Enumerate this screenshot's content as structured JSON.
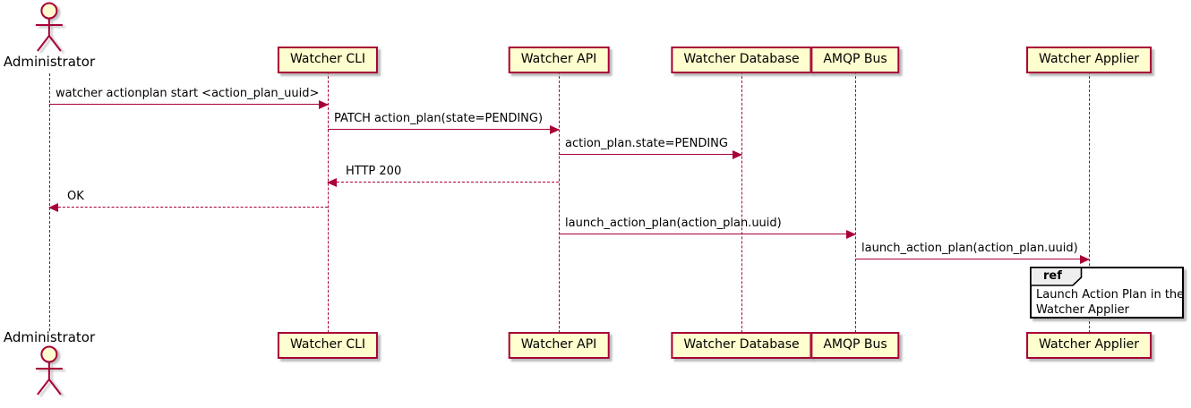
{
  "diagram": {
    "type": "sequence",
    "colors": {
      "participant_fill": "#FEFECE",
      "participant_border": "#A80036",
      "lifeline": "#A80036",
      "arrow": "#A80036",
      "text": "#000000",
      "ref_border": "#000000",
      "ref_header_fill": "#EEEEEE",
      "background": "#FFFFFF"
    },
    "participants": [
      {
        "id": "administrator",
        "label": "Administrator",
        "kind": "actor"
      },
      {
        "id": "watcher-cli",
        "label": "Watcher CLI",
        "kind": "participant"
      },
      {
        "id": "watcher-api",
        "label": "Watcher API",
        "kind": "participant"
      },
      {
        "id": "watcher-database",
        "label": "Watcher Database",
        "kind": "participant"
      },
      {
        "id": "amqp-bus",
        "label": "AMQP Bus",
        "kind": "participant"
      },
      {
        "id": "watcher-applier",
        "label": "Watcher Applier",
        "kind": "participant"
      }
    ],
    "messages": [
      {
        "from": "administrator",
        "to": "watcher-cli",
        "text": "watcher actionplan start <action_plan_uuid>",
        "line": "solid"
      },
      {
        "from": "watcher-cli",
        "to": "watcher-api",
        "text": "PATCH action_plan(state=PENDING)",
        "line": "solid"
      },
      {
        "from": "watcher-api",
        "to": "watcher-database",
        "text": "action_plan.state=PENDING",
        "line": "solid"
      },
      {
        "from": "watcher-api",
        "to": "watcher-cli",
        "text": "HTTP 200",
        "line": "dashed"
      },
      {
        "from": "watcher-cli",
        "to": "administrator",
        "text": "OK",
        "line": "dashed"
      },
      {
        "from": "watcher-api",
        "to": "amqp-bus",
        "text": "launch_action_plan(action_plan.uuid)",
        "line": "solid"
      },
      {
        "from": "amqp-bus",
        "to": "watcher-applier",
        "text": "launch_action_plan(action_plan.uuid)",
        "line": "solid"
      }
    ],
    "ref": {
      "keyword": "ref",
      "over": "watcher-applier",
      "lines": [
        "Launch Action Plan in the",
        "Watcher Applier"
      ]
    }
  }
}
